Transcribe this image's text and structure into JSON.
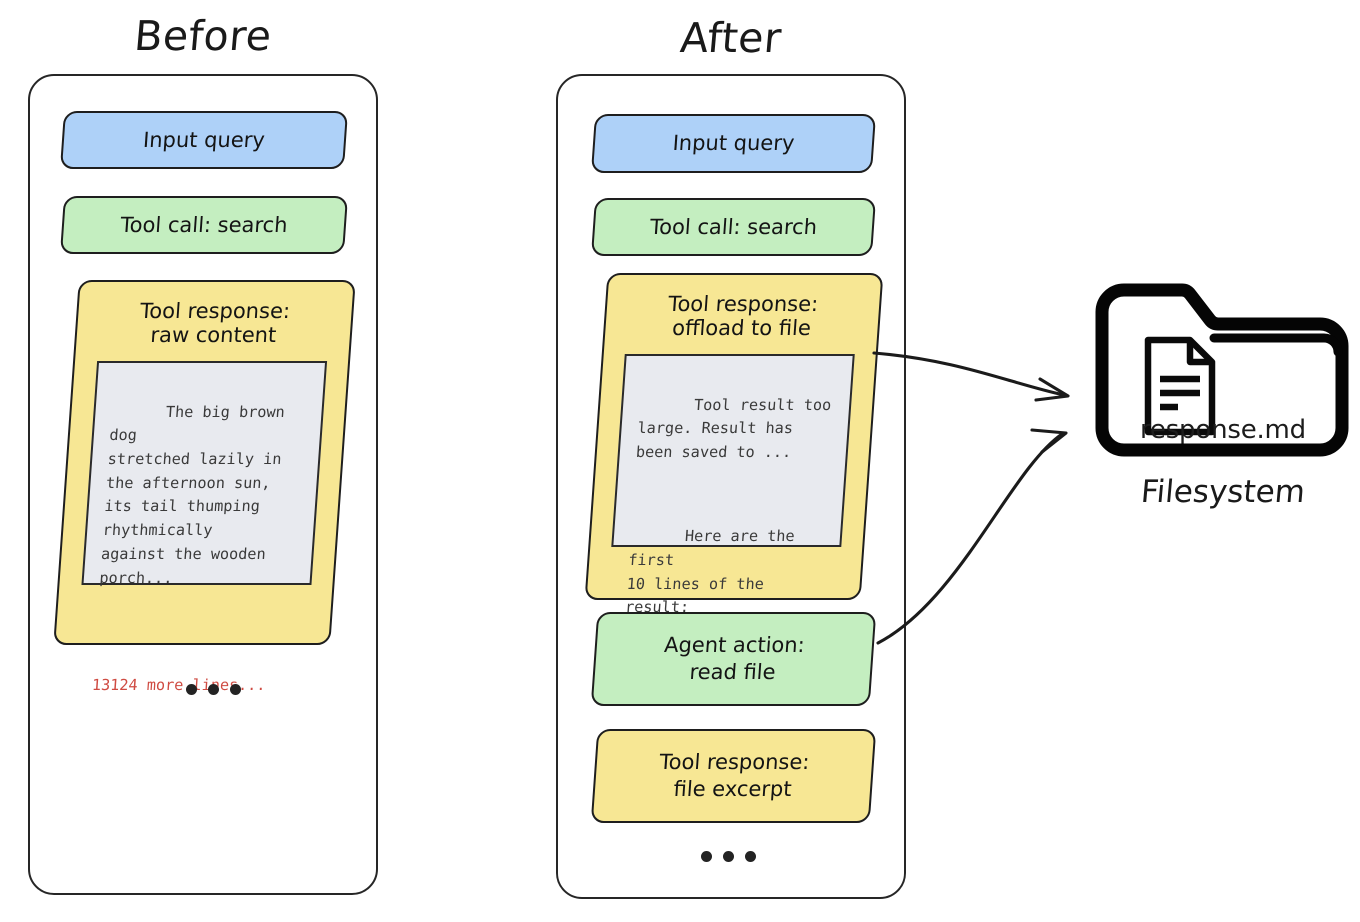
{
  "diagram": {
    "title_before": "Before",
    "title_after": "After",
    "colors": {
      "blue": "#aed1f8",
      "green": "#c4eec0",
      "yellow": "#f7e794",
      "code_panel_bg": "#e8eaef",
      "stroke": "#1e1e1e",
      "warning_red": "#cf4b42",
      "background": "#ffffff"
    }
  },
  "before": {
    "title": "Before",
    "blocks": [
      {
        "label": "Input query",
        "color": "blue"
      },
      {
        "label": "Tool call: search",
        "color": "green"
      }
    ],
    "tool_response": {
      "title_line1": "Tool response:",
      "title_line2": "raw content",
      "color": "yellow",
      "code_lines": "The big brown dog\nstretched lazily in\nthe afternoon sun,\nits tail thumping\nrhythmically\nagainst the wooden\nporch...",
      "more_lines": "13124 more lines..."
    },
    "ellipsis": "•••"
  },
  "after": {
    "title": "After",
    "blocks": [
      {
        "label": "Input query",
        "color": "blue"
      },
      {
        "label": "Tool call: search",
        "color": "green"
      }
    ],
    "tool_response": {
      "title_line1": "Tool response:",
      "title_line2": "offload to file",
      "color": "yellow",
      "code_part1": "Tool result too\nlarge. Result has\nbeen saved to ...",
      "code_part2": "Here are the first\n10 lines of the\nresult:\n..."
    },
    "agent_action": {
      "title_line1": "Agent action:",
      "title_line2": "read file",
      "color": "green"
    },
    "file_excerpt": {
      "title_line1": "Tool response:",
      "title_line2": "file excerpt",
      "color": "yellow"
    },
    "ellipsis": "•••"
  },
  "filesystem": {
    "file_name": "response.md",
    "caption": "Filesystem",
    "icon": "folder-with-document-icon"
  },
  "arrows": [
    {
      "from": "tool-response-offload-to-file",
      "to": "filesystem-folder",
      "style": "curved-arrow"
    },
    {
      "from": "agent-action-read-file",
      "to": "filesystem-folder",
      "style": "curved-arrow"
    }
  ]
}
